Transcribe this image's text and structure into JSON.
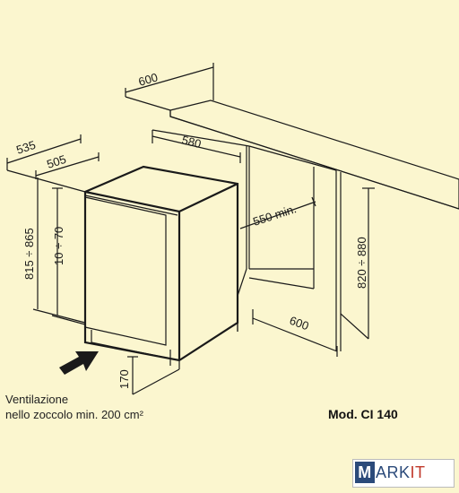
{
  "diagram": {
    "dimensions": {
      "top_depth": "600",
      "overall_depth": "535",
      "cabinet_depth": "505",
      "niche_width": "580",
      "overall_height": "815 ÷ 865",
      "adjust_height": "10 ÷ 70",
      "niche_depth": "550 min.",
      "niche_height": "820 ÷ 880",
      "niche_width_bottom": "600",
      "plinth_height": "170"
    },
    "caption_line1": "Ventilazione",
    "caption_line2": "nello zoccolo min. 200 cm²",
    "model": "Mod. CI 140",
    "logo": {
      "part1": "M",
      "part2": "ARK",
      "part3": "IT"
    },
    "colors": {
      "background": "#fbf6cf",
      "ink": "#1a1a1a",
      "logo_blue": "#2b4a7a",
      "logo_red": "#c0392b"
    }
  }
}
